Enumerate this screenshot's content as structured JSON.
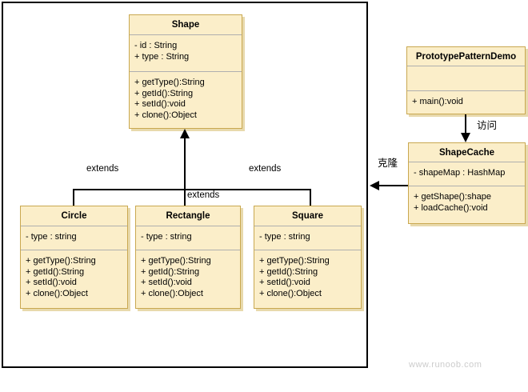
{
  "classes": {
    "shape": {
      "title": "Shape",
      "attributes": [
        "- id : String",
        "+ type : String"
      ],
      "methods": [
        "+ getType():String",
        "+ getId():String",
        "+ setId():void",
        "+ clone():Object"
      ]
    },
    "circle": {
      "title": "Circle",
      "attributes": [
        "- type : string"
      ],
      "methods": [
        "+ getType():String",
        "+ getId():String",
        "+ setId():void",
        "+ clone():Object"
      ]
    },
    "rectangle": {
      "title": "Rectangle",
      "attributes": [
        "- type : string"
      ],
      "methods": [
        "+ getType():String",
        "+ getId():String",
        "+ setId():void",
        "+ clone():Object"
      ]
    },
    "square": {
      "title": "Square",
      "attributes": [
        "- type : string"
      ],
      "methods": [
        "+ getType():String",
        "+ getId():String",
        "+ setId():void",
        "+ clone():Object"
      ]
    },
    "demo": {
      "title": "PrototypePatternDemo",
      "attributes": [],
      "methods": [
        "+ main():void"
      ]
    },
    "cache": {
      "title": "ShapeCache",
      "attributes": [
        "- shapeMap : HashMap"
      ],
      "methods": [
        "+ getShape():shape",
        "+ loadCache():void"
      ]
    }
  },
  "labels": {
    "extends_left": "extends",
    "extends_center": "extends",
    "extends_right": "extends",
    "access": "访问",
    "clone": "克隆"
  },
  "watermark": "www.runoob.com",
  "colors": {
    "box_fill": "#FBEEC9",
    "box_border": "#C9A850",
    "box_shadow": "#E8D9AC",
    "separator": "#AFAFAF",
    "connector": "#000000",
    "watermark": "#CCCCCC"
  }
}
